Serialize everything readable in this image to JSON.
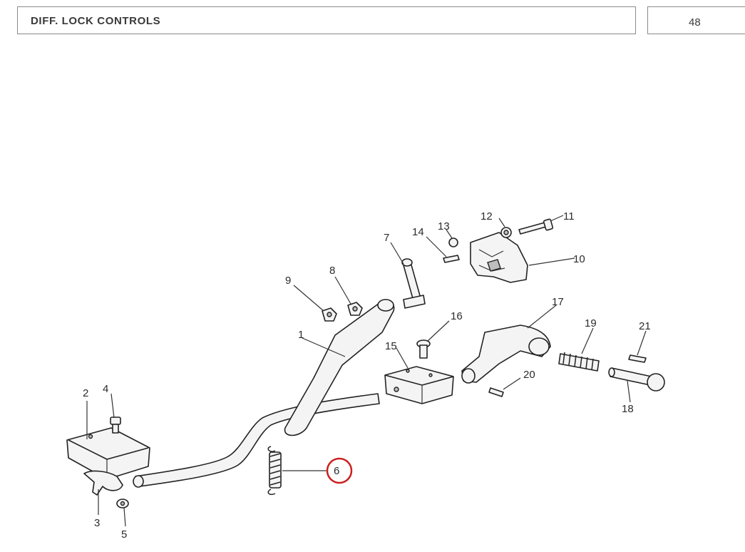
{
  "header": {
    "title": "DIFF. LOCK CONTROLS",
    "page_number": "48"
  },
  "callouts": [
    "1",
    "2",
    "3",
    "4",
    "5",
    "6",
    "7",
    "8",
    "9",
    "10",
    "11",
    "12",
    "13",
    "14",
    "15",
    "16",
    "17",
    "18",
    "19",
    "20",
    "21"
  ],
  "highlight": {
    "callout": "6",
    "color": "#cc1f1f"
  }
}
